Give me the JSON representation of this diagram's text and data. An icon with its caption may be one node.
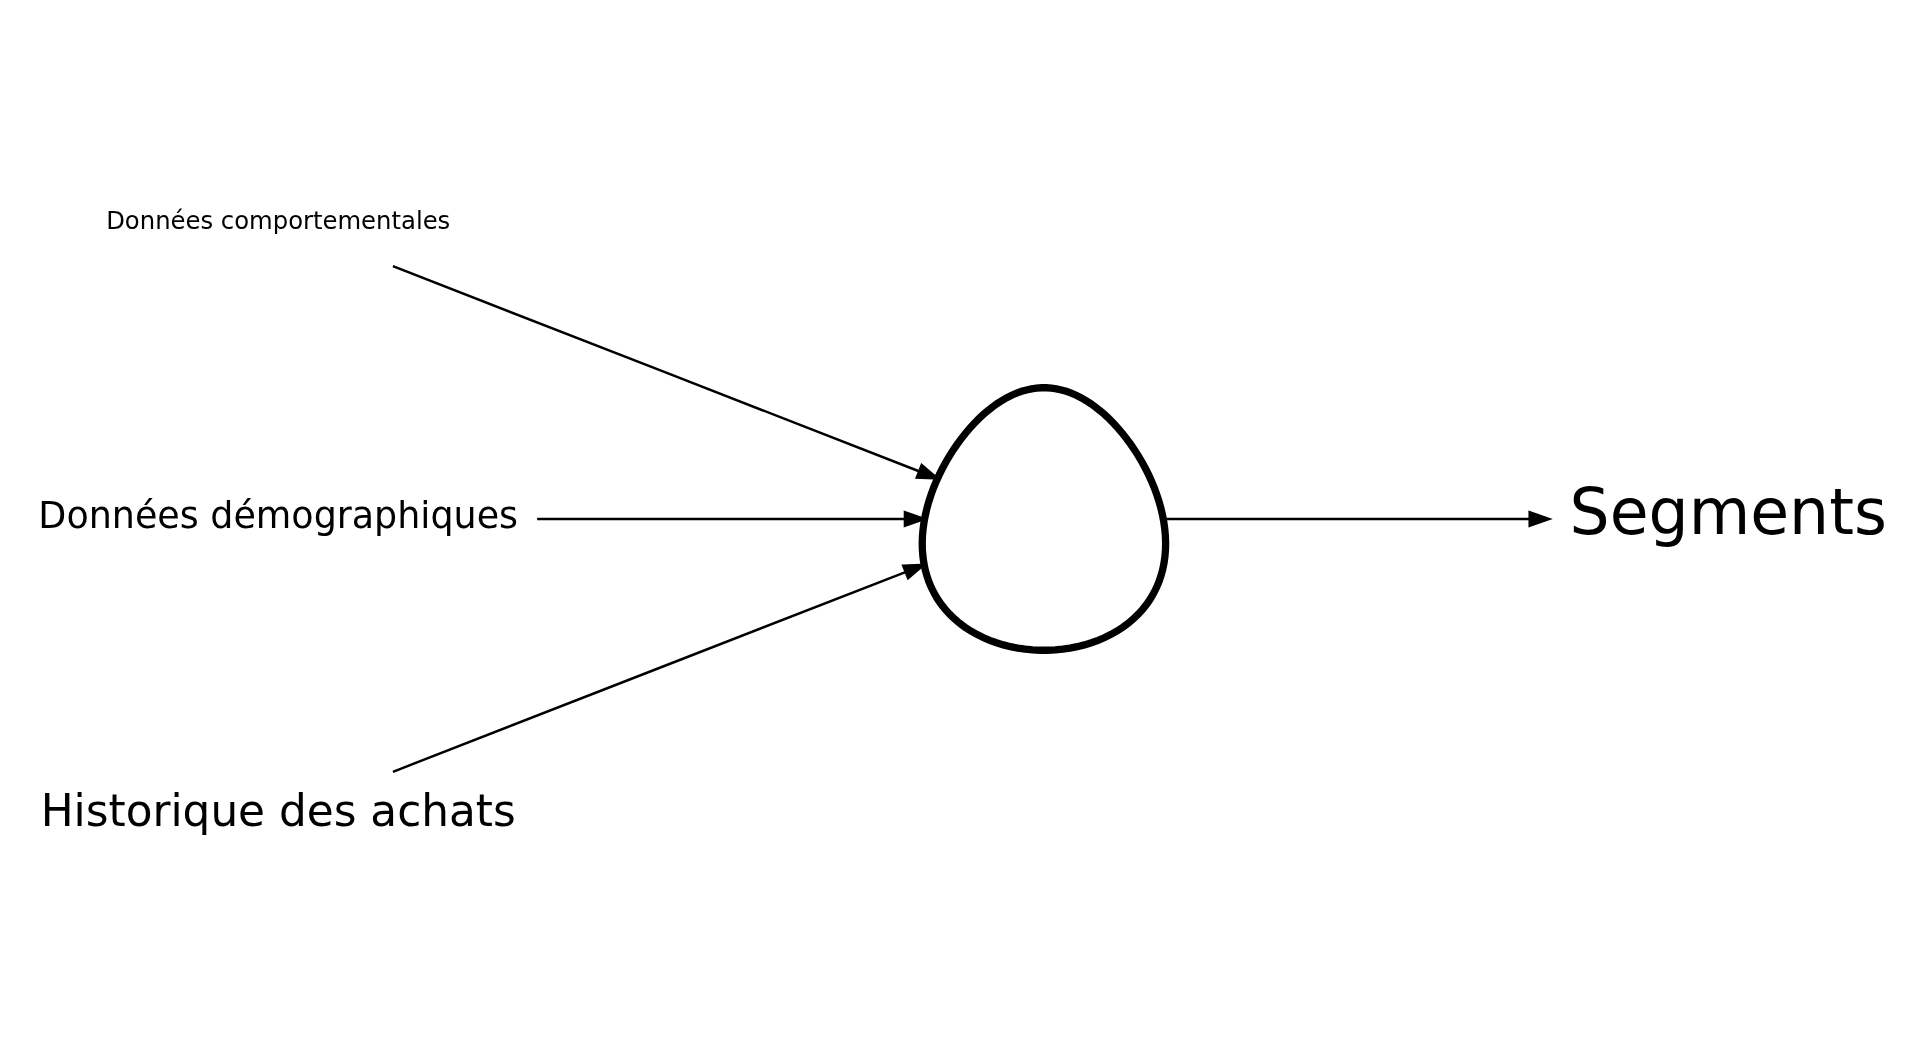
{
  "diagram": {
    "nodes": [
      {
        "text": [
          "Données comportementales"
        ]
      },
      {
        "text": [
          "Données démographiques"
        ]
      },
      {
        "text": [
          "Historique des achats"
        ]
      },
      {
        "text": [],
        "shape": "picture"
      },
      {
        "text": [
          "Segments"
        ]
      }
    ],
    "edges": [
      {
        "from": 0,
        "to": 3,
        "arrow": "to"
      },
      {
        "from": 1,
        "to": 3,
        "arrow": "to"
      },
      {
        "from": 2,
        "to": 3,
        "arrow": "to"
      },
      {
        "from": 3,
        "to": 4,
        "arrow": "to"
      }
    ]
  }
}
